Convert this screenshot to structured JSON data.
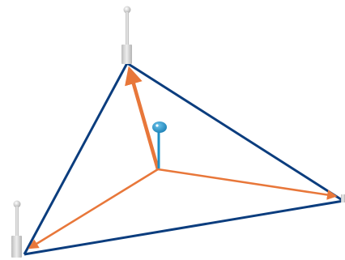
{
  "colors": {
    "background": "#ffffff",
    "triangle_edge": "#0b3d7e",
    "force_arrow": "#e8773a",
    "probe_head": "#1e8fc4",
    "probe_stem": "#1e8fc4",
    "post_body": "#c8c8c8",
    "post_shadow": "#9a9a9a"
  },
  "elements": {
    "posts": [
      "top-post",
      "bottom-left-post",
      "right-corner"
    ],
    "arrows": [
      "arrow-to-top",
      "arrow-to-left",
      "arrow-to-right"
    ],
    "center_marker": "probe-pin"
  }
}
